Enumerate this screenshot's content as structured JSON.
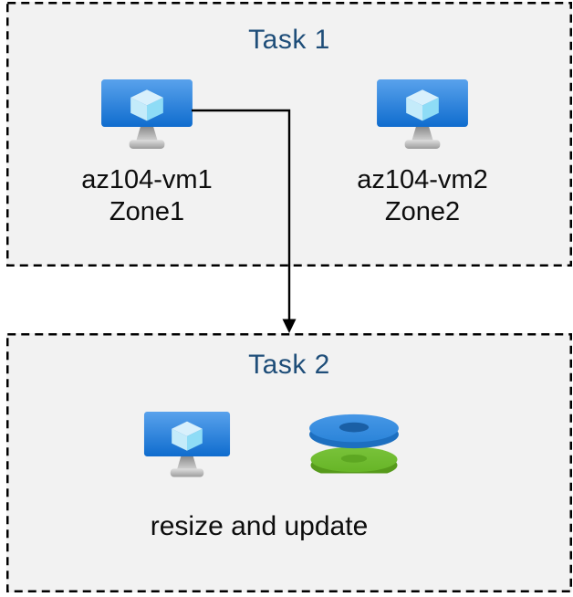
{
  "diagram": {
    "task1": {
      "title": "Task 1",
      "vms": [
        {
          "name": "az104-vm1",
          "zone": "Zone1",
          "icon": "azure-virtual-machine-icon"
        },
        {
          "name": "az104-vm2",
          "zone": "Zone2",
          "icon": "azure-virtual-machine-icon"
        }
      ]
    },
    "task2": {
      "title": "Task 2",
      "caption": "resize and update",
      "icons": [
        "azure-virtual-machine-icon",
        "azure-disks-icon"
      ]
    },
    "connector": {
      "from": "az104-vm1",
      "to": "Task 2",
      "shape": "elbow-arrow-down"
    },
    "colors": {
      "page_bg": "#ffffff",
      "box_bg": "#f2f2f2",
      "box_border": "#000000",
      "title_text": "#1f4e79",
      "label_text": "#0d0d0d",
      "arrow": "#000000",
      "vm_screen_top": "#59a2ec",
      "vm_screen_bottom": "#0f6cce",
      "cube_top": "#d8f0fc",
      "cube_left": "#c4ebfa",
      "cube_right": "#8edcf6",
      "disk_blue_top": "#3a8edf",
      "disk_blue_side": "#1d6fc0",
      "disk_blue_hole": "#1a5fa5",
      "disk_green_top": "#6fbc2e",
      "disk_green_side": "#569a1b",
      "disk_green_hole": "#5da722"
    }
  }
}
